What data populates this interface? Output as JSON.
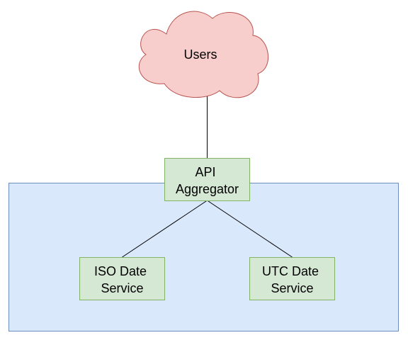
{
  "colors": {
    "cloud_fill": "#f8cecc",
    "cloud_stroke": "#b85450",
    "container_fill": "#dae8fc",
    "container_stroke": "#6c8ebf",
    "box_fill": "#d5e8d4",
    "box_stroke": "#82b366",
    "edge": "#000000"
  },
  "nodes": {
    "users": {
      "label": "Users",
      "shape": "cloud"
    },
    "api_aggregator": {
      "label_lines": [
        "API",
        "Aggregator"
      ],
      "shape": "rectangle"
    },
    "iso_service": {
      "label_lines": [
        "ISO Date",
        "Service"
      ],
      "shape": "rectangle"
    },
    "utc_service": {
      "label_lines": [
        "UTC Date",
        "Service"
      ],
      "shape": "rectangle"
    }
  },
  "edges": [
    {
      "from": "users",
      "to": "api_aggregator"
    },
    {
      "from": "api_aggregator",
      "to": "iso_service"
    },
    {
      "from": "api_aggregator",
      "to": "utc_service"
    }
  ]
}
